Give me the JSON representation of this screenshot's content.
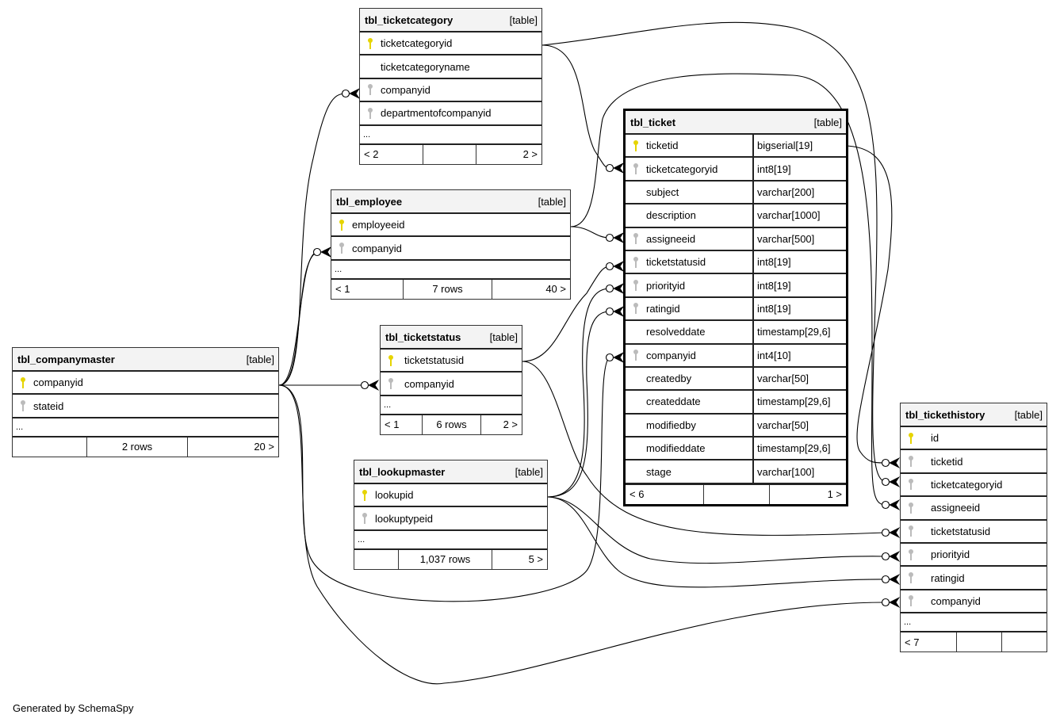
{
  "footer": "Generated by SchemaSpy",
  "kind_label": "[table]",
  "ellipsis": "...",
  "colors": {
    "primary_key": "#e6d400",
    "foreign_key": "#bbbbbb",
    "line": "#000000"
  },
  "tables": {
    "ticketcategory": {
      "name": "tbl_ticketcategory",
      "columns": [
        {
          "name": "ticketcategoryid",
          "key": "primary"
        },
        {
          "name": "ticketcategoryname",
          "key": "none"
        },
        {
          "name": "companyid",
          "key": "foreign"
        },
        {
          "name": "departmentofcompanyid",
          "key": "foreign"
        }
      ],
      "footer": {
        "parents": "< 2",
        "rows": "",
        "children": "2 >"
      }
    },
    "employee": {
      "name": "tbl_employee",
      "columns": [
        {
          "name": "employeeid",
          "key": "primary"
        },
        {
          "name": "companyid",
          "key": "foreign"
        }
      ],
      "footer": {
        "parents": "< 1",
        "rows": "7 rows",
        "children": "40 >"
      }
    },
    "ticketstatus": {
      "name": "tbl_ticketstatus",
      "columns": [
        {
          "name": "ticketstatusid",
          "key": "primary"
        },
        {
          "name": "companyid",
          "key": "foreign"
        }
      ],
      "footer": {
        "parents": "< 1",
        "rows": "6 rows",
        "children": "2 >"
      }
    },
    "lookupmaster": {
      "name": "tbl_lookupmaster",
      "columns": [
        {
          "name": "lookupid",
          "key": "primary"
        },
        {
          "name": "lookuptypeid",
          "key": "foreign"
        }
      ],
      "footer": {
        "parents": "",
        "rows": "1,037 rows",
        "children": "5 >"
      }
    },
    "companymaster": {
      "name": "tbl_companymaster",
      "columns": [
        {
          "name": "companyid",
          "key": "primary"
        },
        {
          "name": "stateid",
          "key": "foreign"
        }
      ],
      "footer": {
        "parents": "",
        "rows": "2 rows",
        "children": "20 >"
      }
    },
    "ticket": {
      "name": "tbl_ticket",
      "columns": [
        {
          "name": "ticketid",
          "type": "bigserial[19]",
          "key": "primary"
        },
        {
          "name": "ticketcategoryid",
          "type": "int8[19]",
          "key": "foreign"
        },
        {
          "name": "subject",
          "type": "varchar[200]",
          "key": "none"
        },
        {
          "name": "description",
          "type": "varchar[1000]",
          "key": "none"
        },
        {
          "name": "assigneeid",
          "type": "varchar[500]",
          "key": "foreign"
        },
        {
          "name": "ticketstatusid",
          "type": "int8[19]",
          "key": "foreign"
        },
        {
          "name": "priorityid",
          "type": "int8[19]",
          "key": "foreign"
        },
        {
          "name": "ratingid",
          "type": "int8[19]",
          "key": "foreign"
        },
        {
          "name": "resolveddate",
          "type": "timestamp[29,6]",
          "key": "none"
        },
        {
          "name": "companyid",
          "type": "int4[10]",
          "key": "foreign"
        },
        {
          "name": "createdby",
          "type": "varchar[50]",
          "key": "none"
        },
        {
          "name": "createddate",
          "type": "timestamp[29,6]",
          "key": "none"
        },
        {
          "name": "modifiedby",
          "type": "varchar[50]",
          "key": "none"
        },
        {
          "name": "modifieddate",
          "type": "timestamp[29,6]",
          "key": "none"
        },
        {
          "name": "stage",
          "type": "varchar[100]",
          "key": "none"
        }
      ],
      "footer": {
        "parents": "< 6",
        "rows": "",
        "children": "1 >"
      }
    },
    "tickethistory": {
      "name": "tbl_tickethistory",
      "columns": [
        {
          "name": "id",
          "key": "primary"
        },
        {
          "name": "ticketid",
          "key": "foreign"
        },
        {
          "name": "ticketcategoryid",
          "key": "foreign"
        },
        {
          "name": "assigneeid",
          "key": "foreign"
        },
        {
          "name": "ticketstatusid",
          "key": "foreign"
        },
        {
          "name": "priorityid",
          "key": "foreign"
        },
        {
          "name": "ratingid",
          "key": "foreign"
        },
        {
          "name": "companyid",
          "key": "foreign"
        }
      ],
      "footer": {
        "parents": "< 7",
        "rows": "",
        "children": ""
      }
    }
  }
}
